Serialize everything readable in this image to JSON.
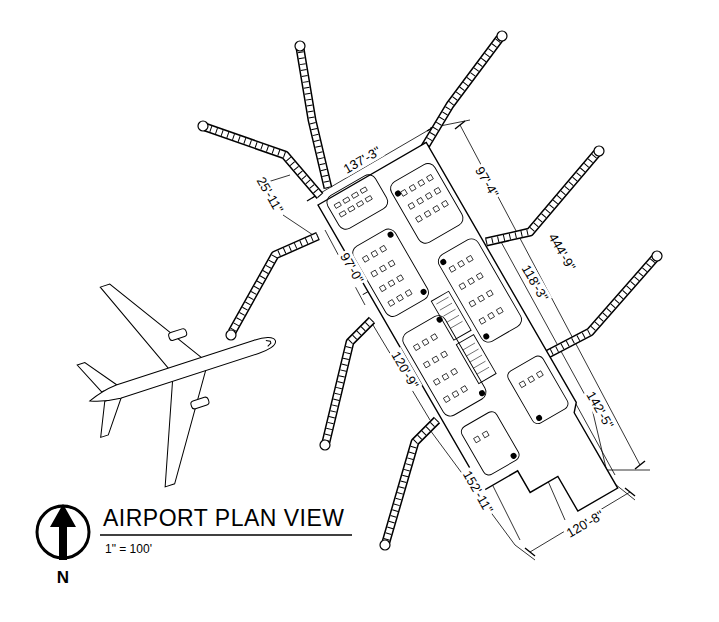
{
  "diagram": {
    "title": "AIRPORT PLAN VIEW",
    "caption": "1\" = 100'",
    "labels": [
      "137'-3\"",
      "25'-11\"",
      "97'-4\"",
      "97'-0\"",
      "118'-3\"",
      "444'-9\"",
      "120'-9\"",
      "142'-5\"",
      "152'-11\"",
      "120'-8\"",
      "N"
    ]
  }
}
